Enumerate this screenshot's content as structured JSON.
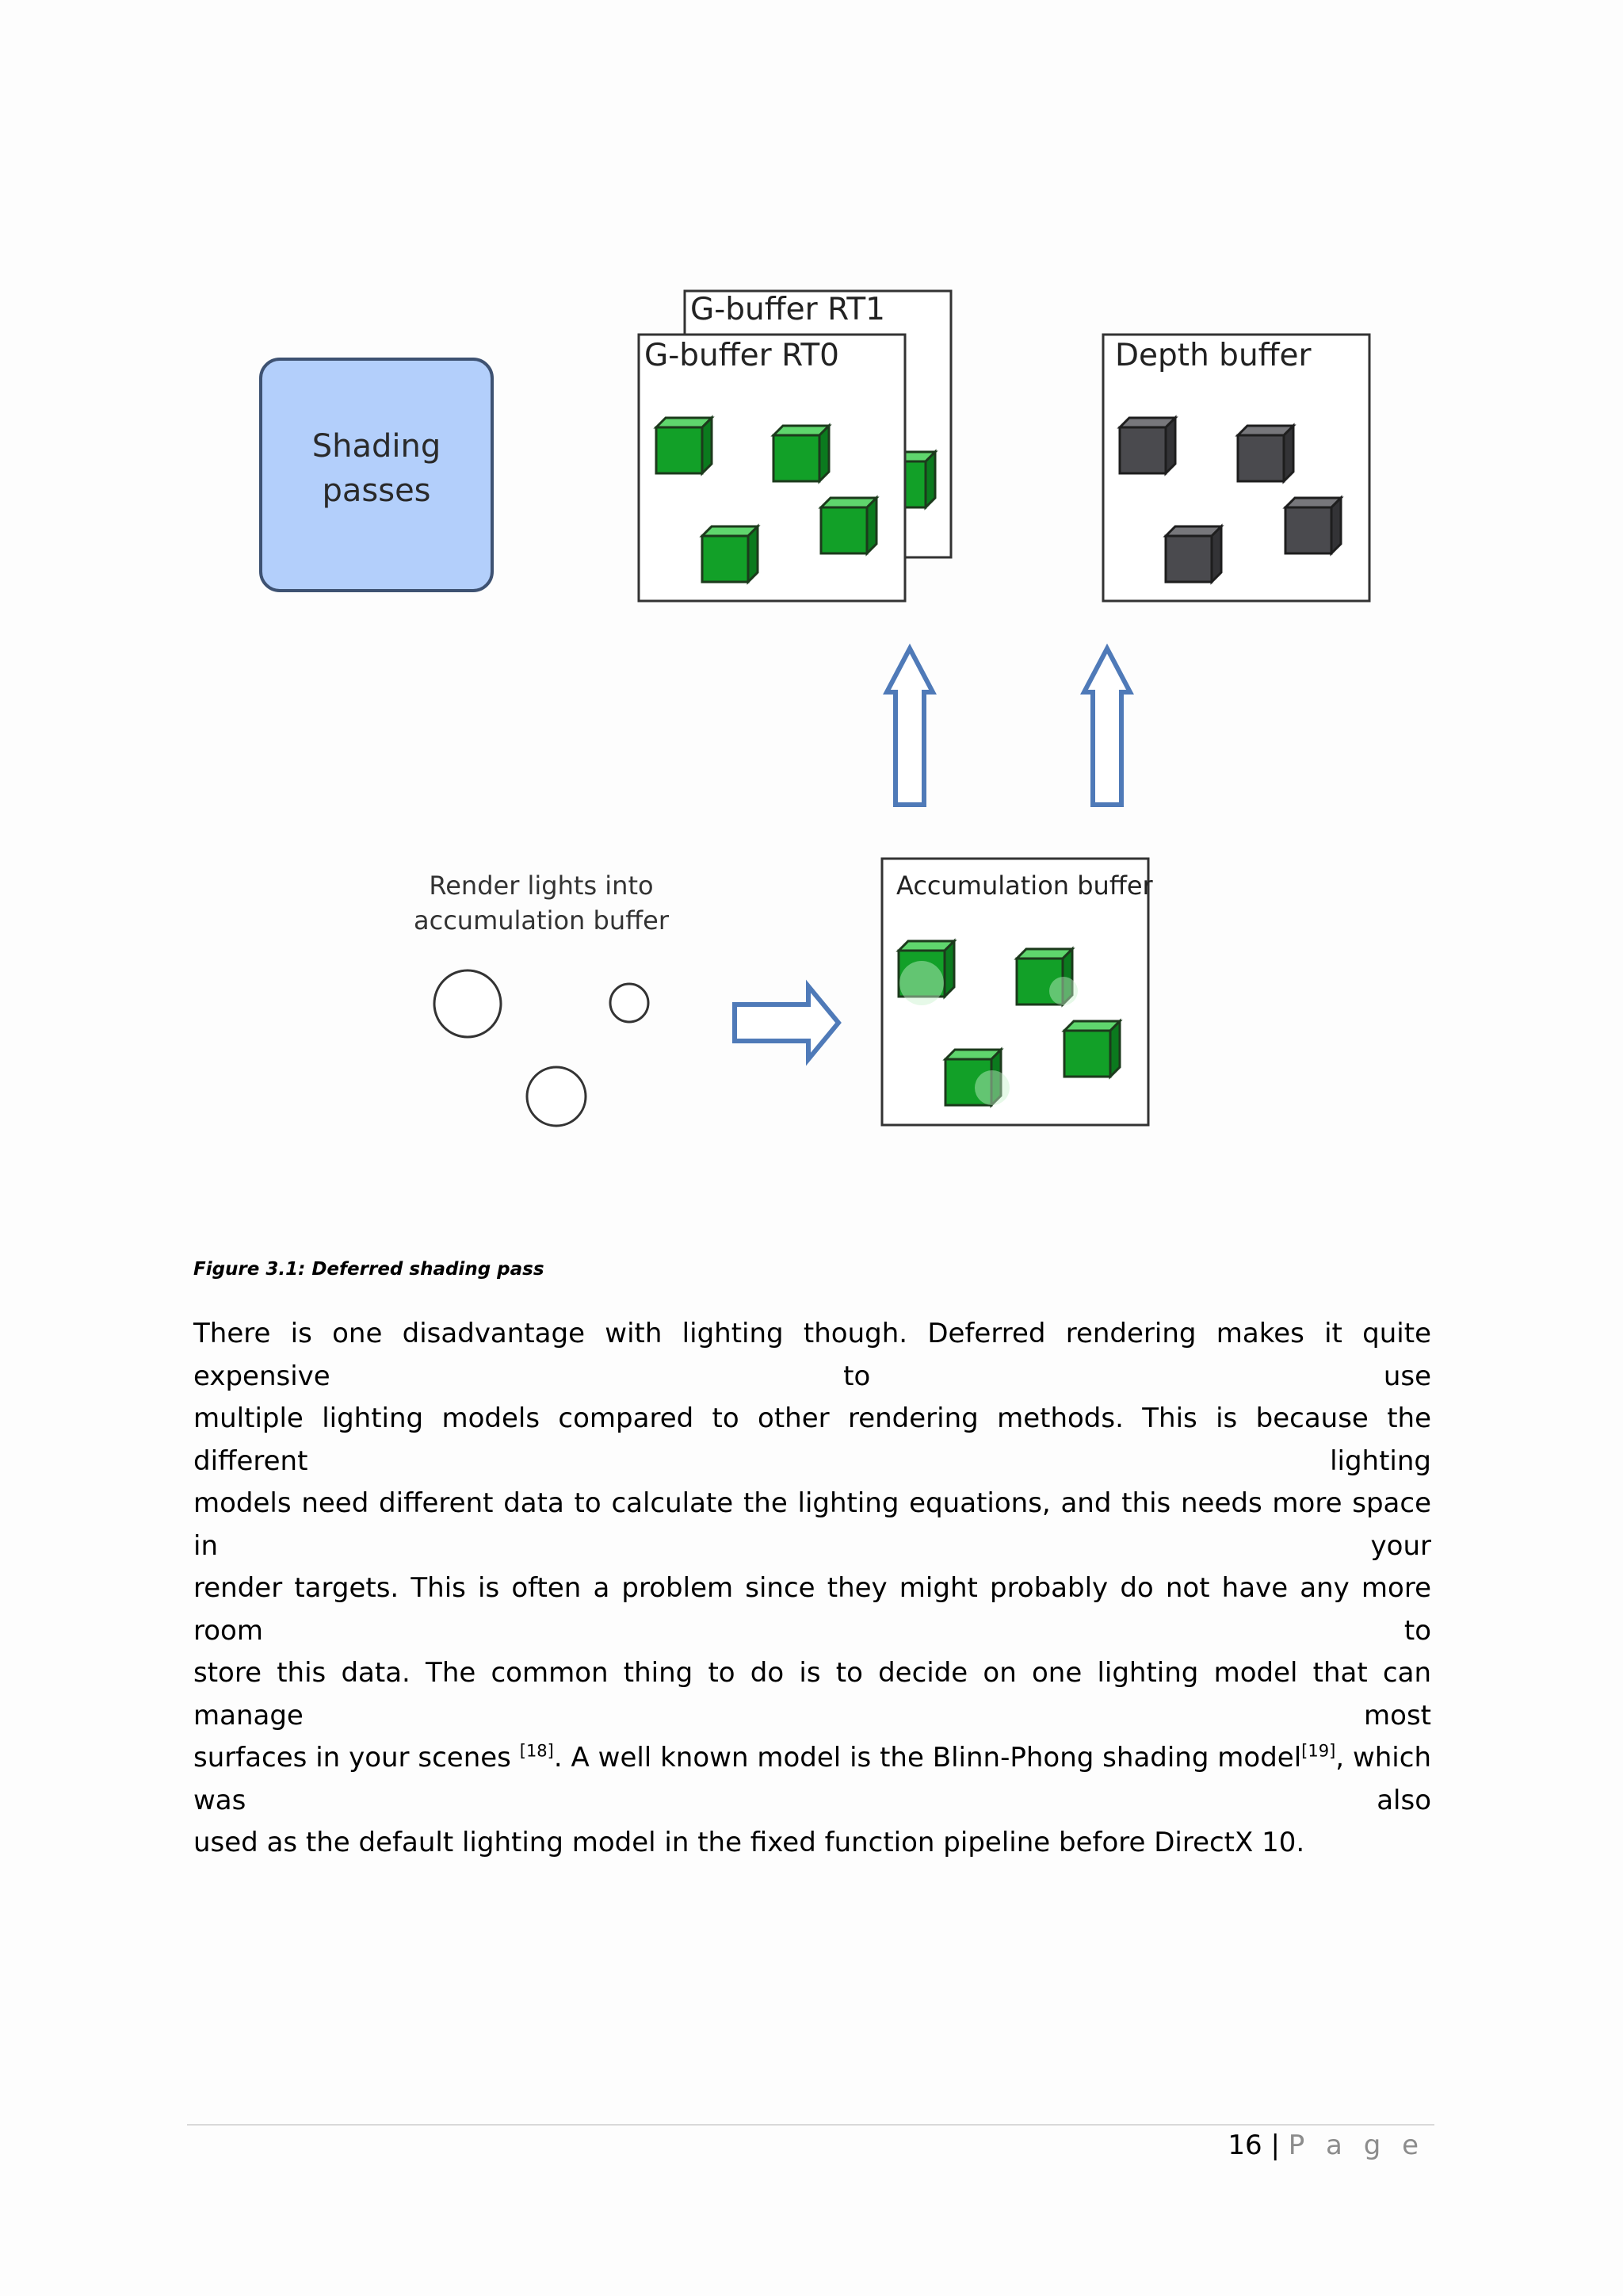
{
  "figure": {
    "shading_box_label_line1": "Shading",
    "shading_box_label_line2": "passes",
    "gbuffer_rt1_label": "G-buffer RT1",
    "gbuffer_rt0_label": "G-buffer RT0",
    "depth_buffer_label": "Depth buffer",
    "render_lights_label_line1": "Render lights into",
    "render_lights_label_line2": "accumulation buffer",
    "accumulation_buffer_label": "Accumulation buffer",
    "colors": {
      "shading_box_fill": "#b3cffb",
      "shading_box_border": "#3e5272",
      "cube_green": "#12a028",
      "cube_dark": "#4a4a4e",
      "arrow_blue": "#4f7ab8"
    }
  },
  "caption": "Figure 3.1: Deferred shading pass",
  "paragraph": {
    "line1": "There is one disadvantage with lighting though. Deferred rendering makes it quite expensive to use",
    "line2": "multiple lighting models compared to other rendering methods. This is because the different lighting",
    "line3": "models need different data to calculate the lighting equations, and this needs more space in your",
    "line4": "render targets. This is often a problem since they might probably do not have any more room to",
    "line5": "store this data. The common thing to do is to decide on one lighting model that can manage most",
    "line6_a": "surfaces in your scenes ",
    "ref1": "[18]",
    "line6_b": ". A well known model is the Blinn-Phong shading model",
    "ref2": "[19]",
    "line6_c": ", which was also",
    "line7": "used as the default lighting model in the fixed function pipeline before DirectX 10."
  },
  "footer": {
    "page_number": "16",
    "separator": "|",
    "page_label": "P a g e"
  }
}
